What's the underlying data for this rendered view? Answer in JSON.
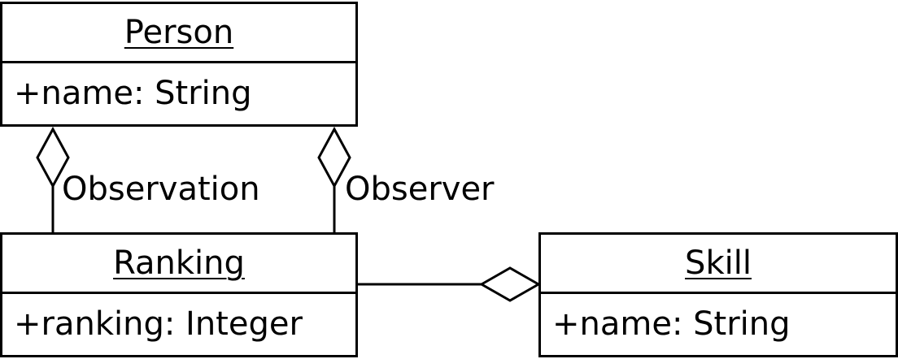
{
  "classes": {
    "person": {
      "name": "Person",
      "attribute": "+name: String"
    },
    "ranking": {
      "name": "Ranking",
      "attribute": "+ranking: Integer"
    },
    "skill": {
      "name": "Skill",
      "attribute": "+name: String"
    }
  },
  "associations": {
    "observation": {
      "label": "Observation",
      "from": "Ranking",
      "to": "Person",
      "kind": "aggregation"
    },
    "observer": {
      "label": "Observer",
      "from": "Ranking",
      "to": "Person",
      "kind": "aggregation"
    },
    "skill_link": {
      "label": "",
      "from": "Ranking",
      "to": "Skill",
      "kind": "aggregation"
    }
  }
}
